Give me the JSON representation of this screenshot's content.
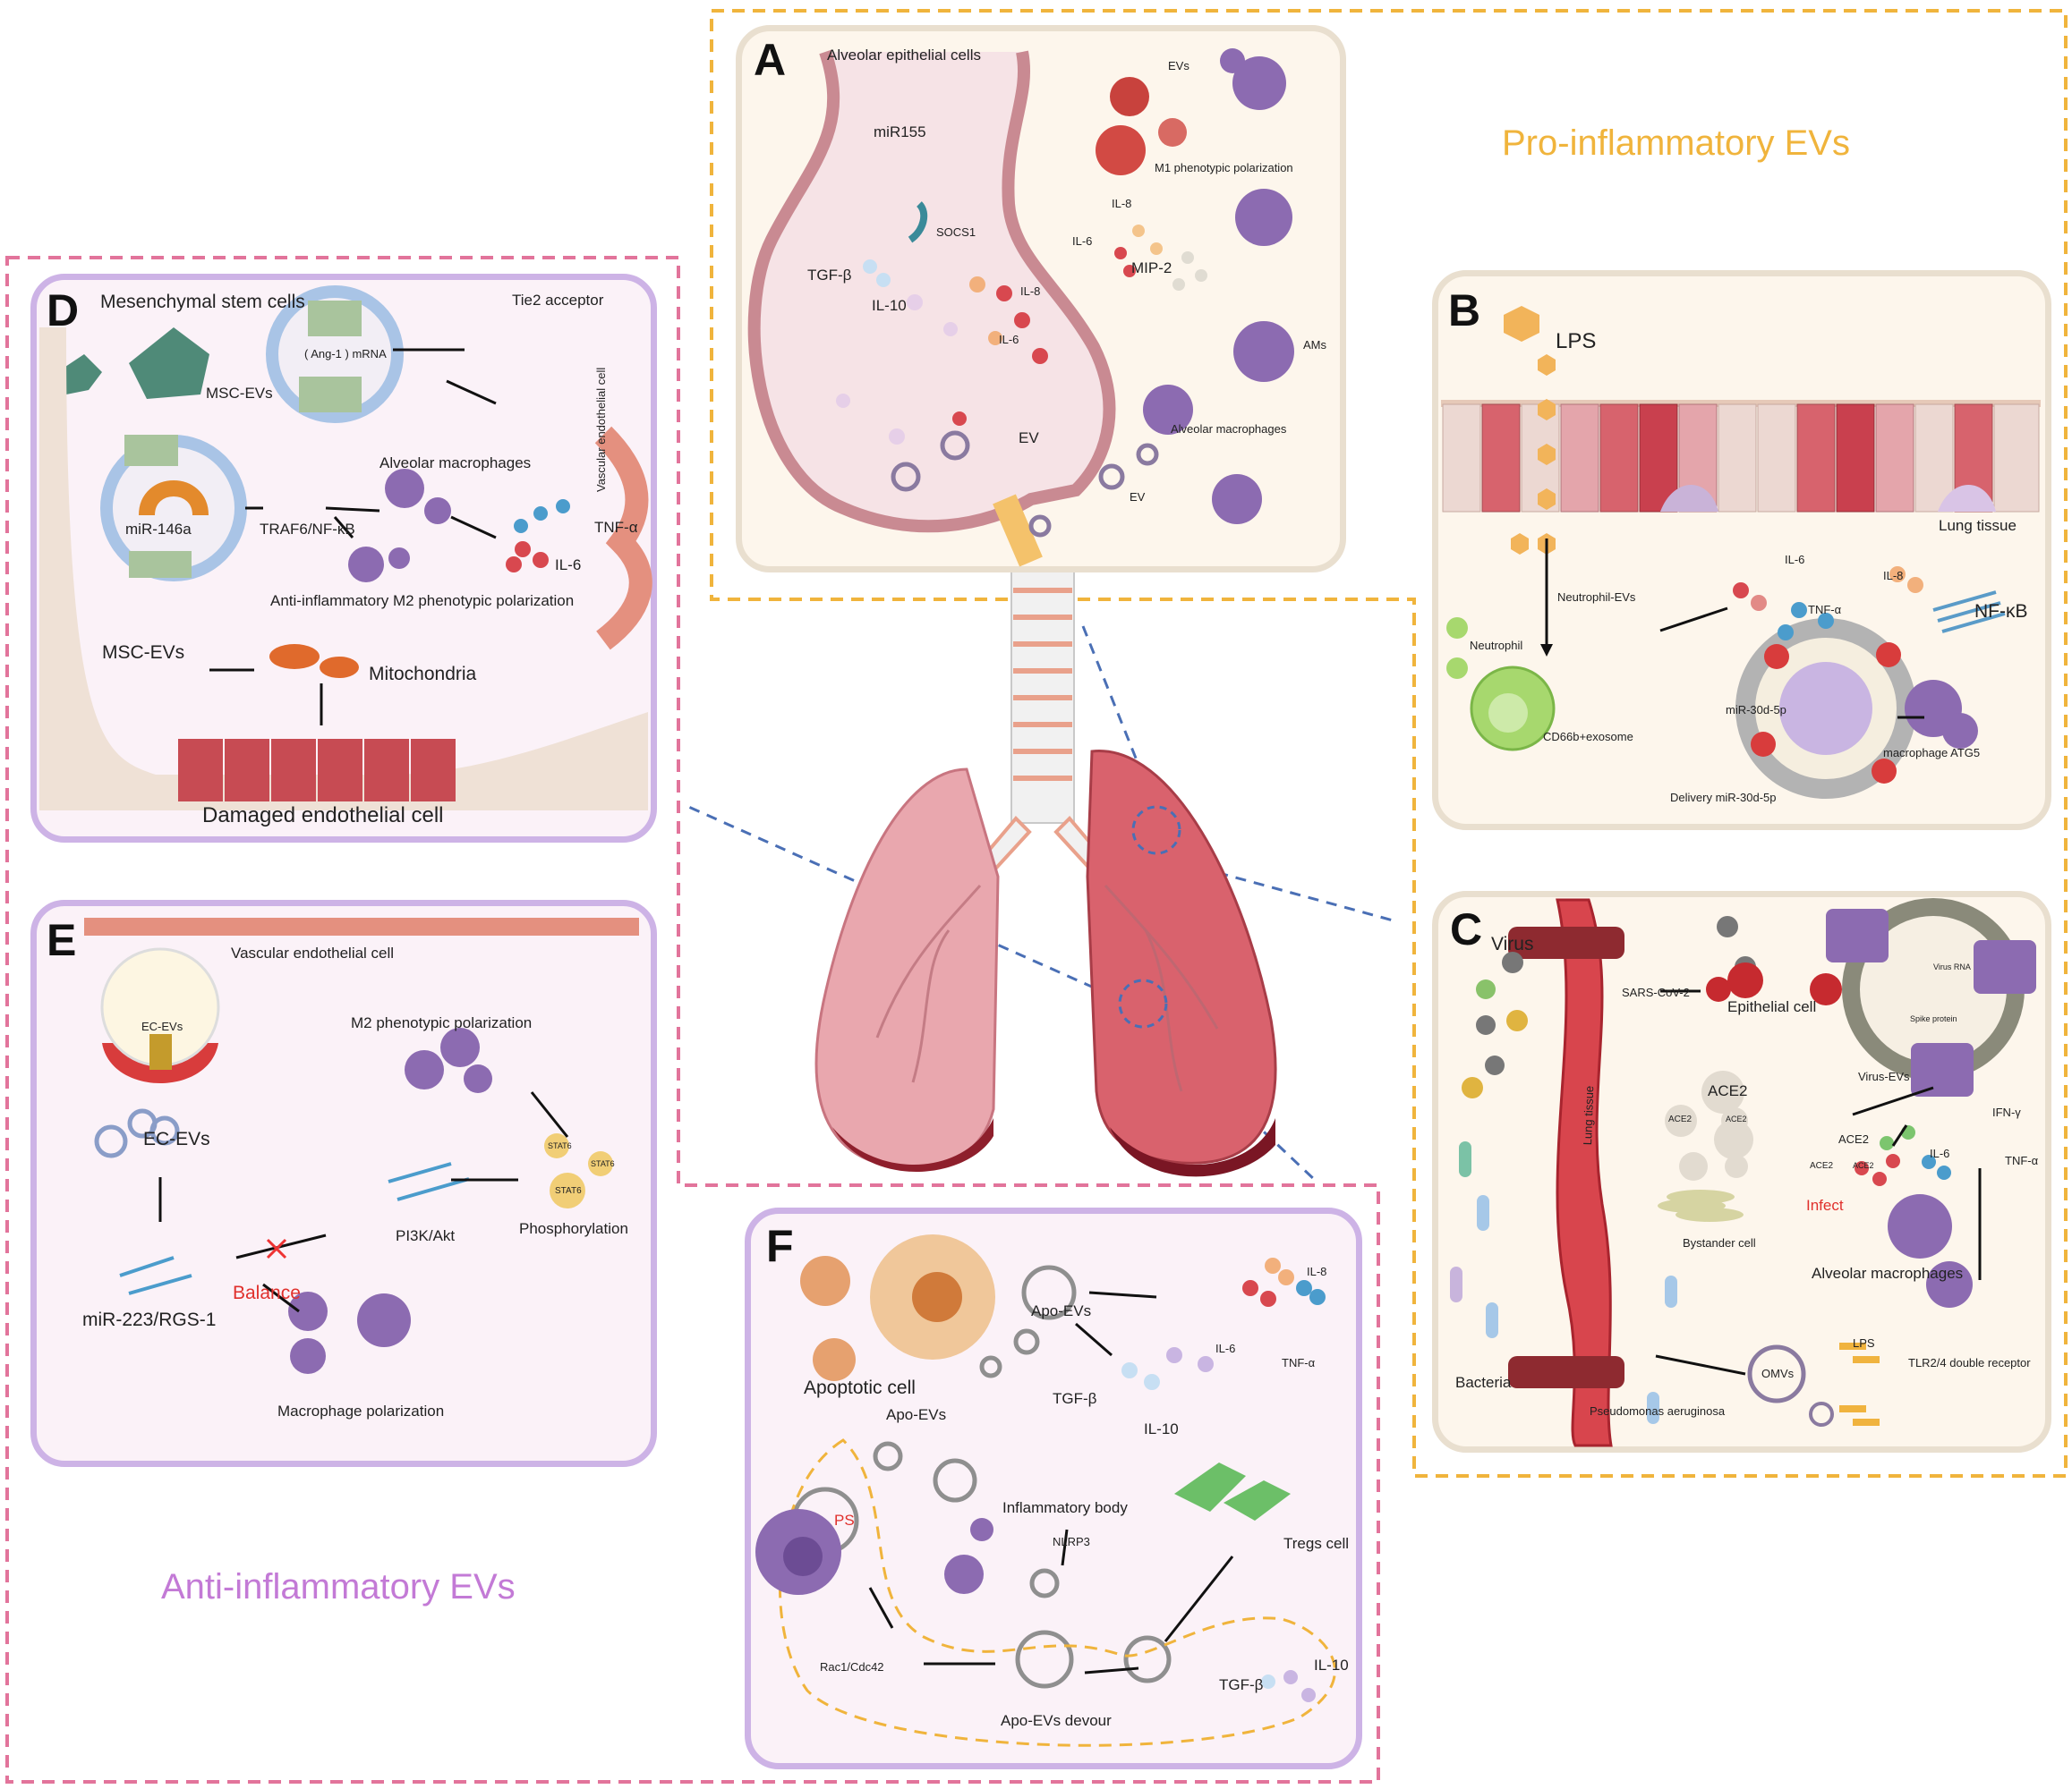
{
  "colors": {
    "pro_border": "#f0b43c",
    "anti_border": "#e2749b",
    "pro_title": "#f0b43c",
    "anti_title": "#c37ad6",
    "panel_cream": "#fdf6ec",
    "panel_pink": "#fbf2f8",
    "lung": "#e0868f",
    "lung_dark": "#8e1f2c",
    "connector": "#4a6fb5"
  },
  "sections": {
    "pro": "Pro-inflammatory EVs",
    "anti": "Anti-inflammatory EVs"
  },
  "panel_a": {
    "letter": "A",
    "alveolar_epithelial": "Alveolar epithelial cells",
    "mir155": "miR155",
    "socs1": "SOCS1",
    "tgfb": "TGF-β",
    "il10": "IL-10",
    "il8": "IL-8",
    "il6": "IL-6",
    "ev": "EV",
    "ev2": "EV",
    "evs": "EVs",
    "m1": "M1 phenotypic polarization",
    "il8_r": "IL-8",
    "il6_r": "IL-6",
    "mip2": "MIP-2",
    "ams": "AMs",
    "alveolar_macrophages": "Alveolar macrophages"
  },
  "panel_b": {
    "letter": "B",
    "lps": "LPS",
    "lung_tissue": "Lung tissue",
    "neutrophil": "Neutrophil",
    "neutrophil_evs": "Neutrophil-EVs",
    "il6": "IL-6",
    "il8": "IL-8",
    "tnfa": "TNF-α",
    "nfkb": "NF-κB",
    "cd66b": "CD66b+exosome",
    "mir30d": "miR-30d-5p",
    "delivery": "Delivery miR-30d-5p",
    "atg5": "macrophage ATG5"
  },
  "panel_c": {
    "letter": "C",
    "virus": "Virus",
    "sars": "SARS-CoV-2",
    "epithelial": "Epithelial cell",
    "virus_rna": "Virus RNA",
    "spike": "Spike protein",
    "virus_evs": "Virus-EVs",
    "ace2_big": "ACE2",
    "ace2_a": "ACE2",
    "ace2_b": "ACE2",
    "ace2_c": "ACE2",
    "ace2_d": "ACE2",
    "ace2_e": "ACE2",
    "lung_tissue": "Lung tissue",
    "infect": "Infect",
    "bystander": "Bystander cell",
    "ifng": "IFN-γ",
    "il6": "IL-6",
    "tnfa": "TNF-α",
    "alveolar_macrophages": "Alveolar macrophages",
    "lps": "LPS",
    "omvs": "OMVs",
    "tlr": "TLR2/4 double receptor",
    "bacteria": "Bacteria",
    "pseudomonas": "Pseudomonas aeruginosa"
  },
  "panel_d": {
    "letter": "D",
    "msc": "Mesenchymal stem cells",
    "ang1": "( Ang-1 ) mRNA",
    "tie2": "Tie2 acceptor",
    "vascular": "Vascular endothelial cell",
    "msc_evs": "MSC-EVs",
    "mir146a": "miR-146a",
    "traf6": "TRAF6/NF-κB",
    "alveolar_macrophages": "Alveolar macrophages",
    "tnfa": "TNF-α",
    "il6": "IL-6",
    "m2": "Anti-inflammatory M2 phenotypic polarization",
    "msc_evs2": "MSC-EVs",
    "mitochondria": "Mitochondria",
    "damaged": "Damaged endothelial cell"
  },
  "panel_e": {
    "letter": "E",
    "vascular": "Vascular endothelial cell",
    "ec_evs_small": "EC-EVs",
    "ec_evs": "EC-EVs",
    "m2": "M2 phenotypic polarization",
    "pi3k": "PI3K/Akt",
    "stat6_a": "STAT6",
    "stat6_b": "STAT6",
    "stat6_c": "STAT6",
    "phosphorylation": "Phosphorylation",
    "balance": "Balance",
    "mir223": "miR-223/RGS-1",
    "macrophage_pol": "Macrophage polarization"
  },
  "panel_f": {
    "letter": "F",
    "apoptotic": "Apoptotic cell",
    "apo_evs": "Apo-EVs",
    "apo_evs2": "Apo-EVs",
    "il8": "IL-8",
    "il6": "IL-6",
    "tnfa": "TNF-α",
    "tgfb": "TGF-β",
    "il10": "IL-10",
    "ps": "PS",
    "inflammatory_body": "Inflammatory body",
    "nlrp3": "NLRP3",
    "tregs": "Tregs  cell",
    "rac1": "Rac1/Cdc42",
    "devour": "Apo-EVs devour",
    "tgfb2": "TGF-β",
    "il10_2": "IL-10"
  }
}
